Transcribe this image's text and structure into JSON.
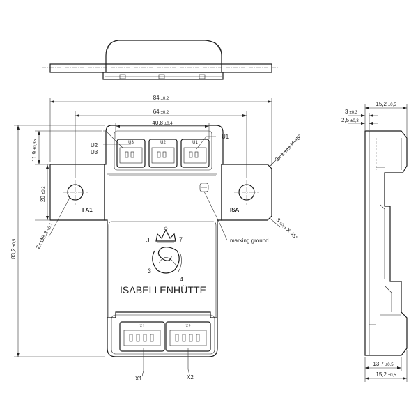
{
  "front": {
    "dim_overall_width": {
      "value": "84",
      "tol": "±0,2"
    },
    "dim_mid_width": {
      "value": "64",
      "tol": "±0,2"
    },
    "dim_conn_width": {
      "value": "40,8",
      "tol": "±0,4"
    },
    "dim_top_offset": {
      "value": "11,9",
      "tol": "±0,35"
    },
    "dim_tab_height": {
      "value": "20",
      "tol": "±0,2"
    },
    "dim_total_height": {
      "value": "83,2",
      "tol": "±0,5"
    },
    "hole_note": {
      "prefix": "2x ",
      "value": "Ø8,3",
      "tol": "±0,1"
    },
    "chamfer_top": {
      "value": "3x 1",
      "tol": "±0,3",
      "suffix": " X 45°"
    },
    "chamfer_bottom": {
      "value": "3",
      "tol": "±0,3",
      "suffix": " X 45°"
    },
    "connectors_top": [
      "U3",
      "U2",
      "U1"
    ],
    "callout_u1": "U1",
    "callout_u2": "U2",
    "callout_u3": "U3",
    "tab_left_label": "FA1",
    "tab_right_label": "ISA",
    "marking_ground": "marking ground",
    "logo_letters": [
      "J",
      "7",
      "3",
      "4"
    ],
    "brand": "ISABELLENHÜTTE",
    "connectors_bottom": [
      "X1",
      "X2"
    ],
    "callout_x1": "X1",
    "callout_x2": "X2"
  },
  "side": {
    "dim_top_width": {
      "value": "15,2",
      "tol": "±0,5"
    },
    "dim_a": {
      "value": "3",
      "tol": "±0,3"
    },
    "dim_b": {
      "value": "2,5",
      "tol": "±0,3"
    },
    "dim_bottom_inner": {
      "value": "13,7",
      "tol": "±0,5"
    },
    "dim_bottom_outer": {
      "value": "15,2",
      "tol": "±0,5"
    }
  }
}
